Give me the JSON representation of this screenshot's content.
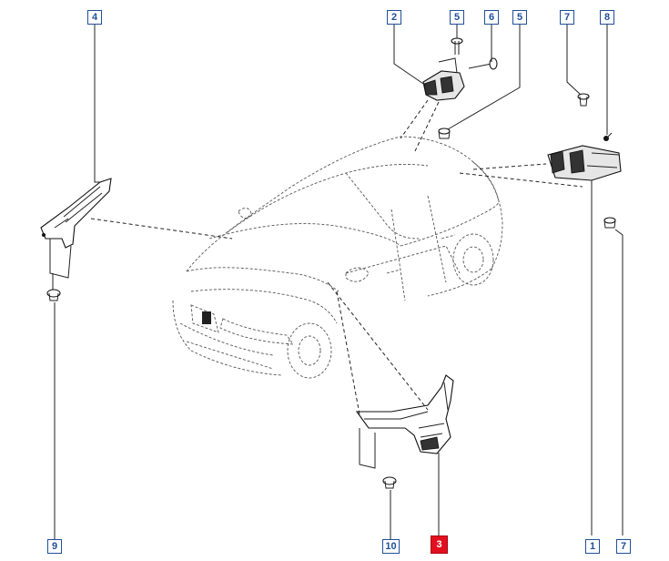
{
  "callouts": [
    {
      "id": "2",
      "label": "2",
      "highlight": false
    },
    {
      "id": "5a",
      "label": "5",
      "highlight": false
    },
    {
      "id": "6",
      "label": "6",
      "highlight": false
    },
    {
      "id": "5b",
      "label": "5",
      "highlight": false
    },
    {
      "id": "7a",
      "label": "7",
      "highlight": false
    },
    {
      "id": "8",
      "label": "8",
      "highlight": false
    },
    {
      "id": "4",
      "label": "4",
      "highlight": false
    },
    {
      "id": "9",
      "label": "9",
      "highlight": false
    },
    {
      "id": "10",
      "label": "10",
      "highlight": false
    },
    {
      "id": "3",
      "label": "3",
      "highlight": true
    },
    {
      "id": "1",
      "label": "1",
      "highlight": false
    },
    {
      "id": "7b",
      "label": "7",
      "highlight": false
    }
  ],
  "colors": {
    "callout_border": "#1f4f9a",
    "callout_text": "#1f4f9a",
    "highlight_fill": "#e0101e",
    "highlight_text": "#ffffff",
    "line": "#222222"
  }
}
